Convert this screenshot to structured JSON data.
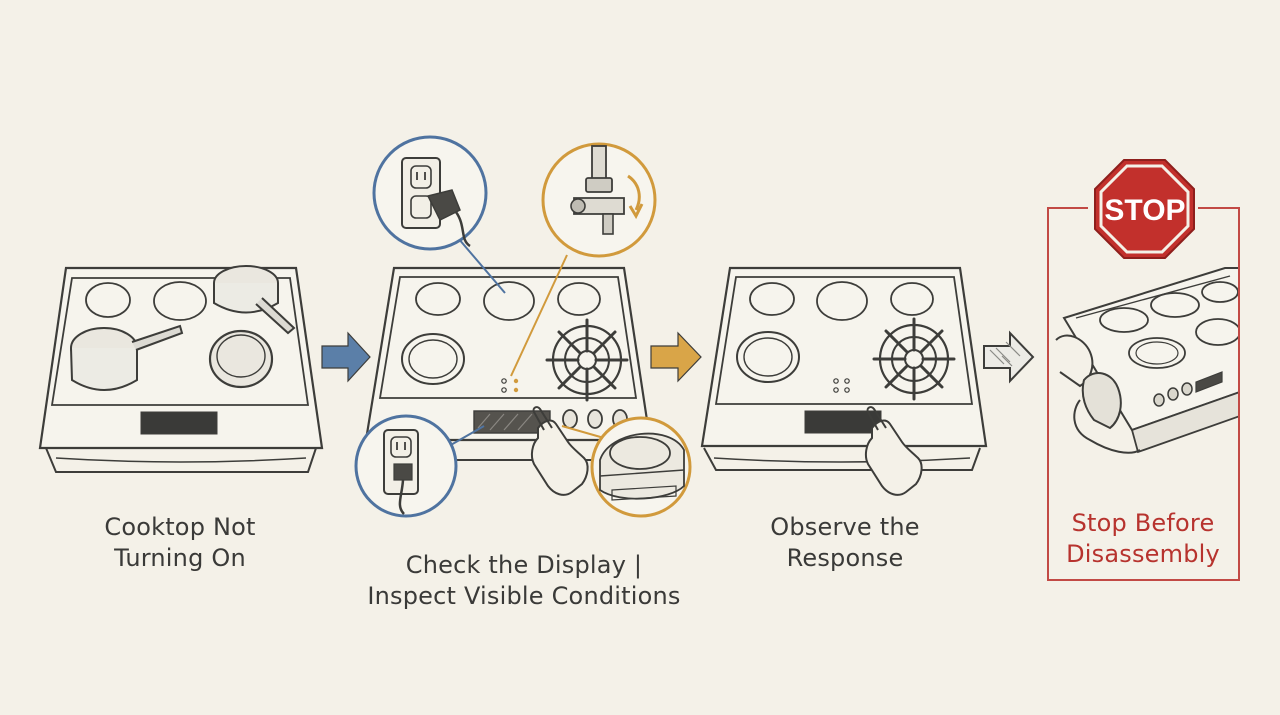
{
  "steps": [
    {
      "caption": [
        "Cooktop Not",
        "Turning On"
      ]
    },
    {
      "caption": [
        "Check the Display |",
        "Inspect Visible Conditions"
      ]
    },
    {
      "caption": [
        "Observe the",
        "Response"
      ]
    },
    {
      "caption": [
        "Stop Before",
        "Disassembly"
      ]
    }
  ],
  "stop_sign": {
    "text": "STOP"
  },
  "arrows": [
    {
      "from": 1,
      "to": 2,
      "color": "#5b7fa8"
    },
    {
      "from": 2,
      "to": 3,
      "color": "#d9a548"
    },
    {
      "from": 3,
      "to": 4,
      "color": "#8a8a86"
    }
  ],
  "colors": {
    "background": "#f4f1e8",
    "line": "#3d3d3a",
    "blue_callout": "#4f73a0",
    "orange_callout": "#d19a3c",
    "stop_red": "#c2302c",
    "panel_border": "#c24a45"
  },
  "icons": [
    "power-outlet-icon",
    "gas-valve-icon",
    "stop-sign-icon",
    "hand-icon",
    "burner-grate-icon"
  ]
}
